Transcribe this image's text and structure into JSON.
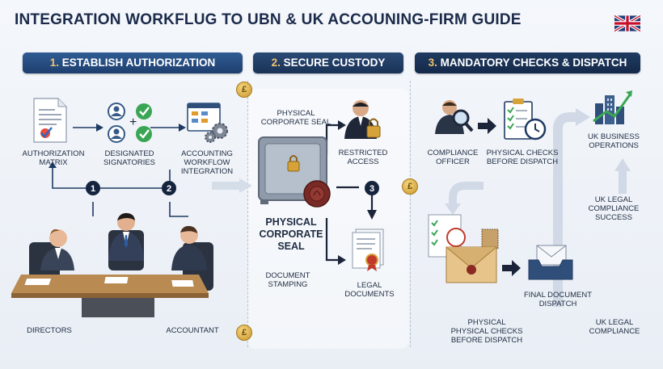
{
  "title": "INTEGRATION WORKFLUG TO UBN & UK ACCOUNING-FIRM GUIDE",
  "flag_icon": "uk-flag-icon",
  "currency_symbol": "£",
  "sections": [
    {
      "num": "1.",
      "label": "ESTABLISH AUTHORIZATION"
    },
    {
      "num": "2.",
      "label": "SECURE CUSTODY"
    },
    {
      "num": "3.",
      "label": "MANDATORY CHECKS & DISPATCH"
    }
  ],
  "step_markers": [
    "1",
    "2",
    "3"
  ],
  "section1": {
    "authorization_matrix": "AUTHORIZATION\nMATRIX",
    "designated_signatories": "DESIGNATED\nSIGNATORIES",
    "accounting_workflow": "ACCOUNTING\nWORKFLOW\nINTEGRATION",
    "directors": "DIRECTORS",
    "accountant": "ACCOUNTANT"
  },
  "section2": {
    "physical_seal_small": "PHYSICAL\nCORPORATE SEAL",
    "restricted_access": "RESTRICTED\nACCESS",
    "physical_seal_big": "PHYSICAL\nCORPORATE\nSEAL",
    "document_stamping": "DOCUMENT\nSTAMPING",
    "legal_documents": "LEGAL\nDOCUMENTS"
  },
  "section3": {
    "compliance_officer": "COMPLIANCE\nOFFICER",
    "physical_checks_top": "PHYSICAL CHECKS\nBEFORE DISPATCH",
    "uk_business_operations": "UK BUSINESS\nOPERATIONS",
    "uk_legal_compliance_success": "UK LEGAL\nCOMPLIANCE\nSUCCESS",
    "final_document_dispatch": "FINAL DOCUMENT\nDISPATCH",
    "physical_checks_bottom": "PHYSICAL\nPHYSICAL CHECKS\nBEFORE DISPATCH",
    "uk_legal_compliance": "UK LEGAL\nCOMPLIANCE"
  },
  "colors": {
    "navy": "#1e3f6e",
    "gold": "#d6a23a",
    "green_check": "#3aa655",
    "red_seal": "#7a2a26"
  }
}
